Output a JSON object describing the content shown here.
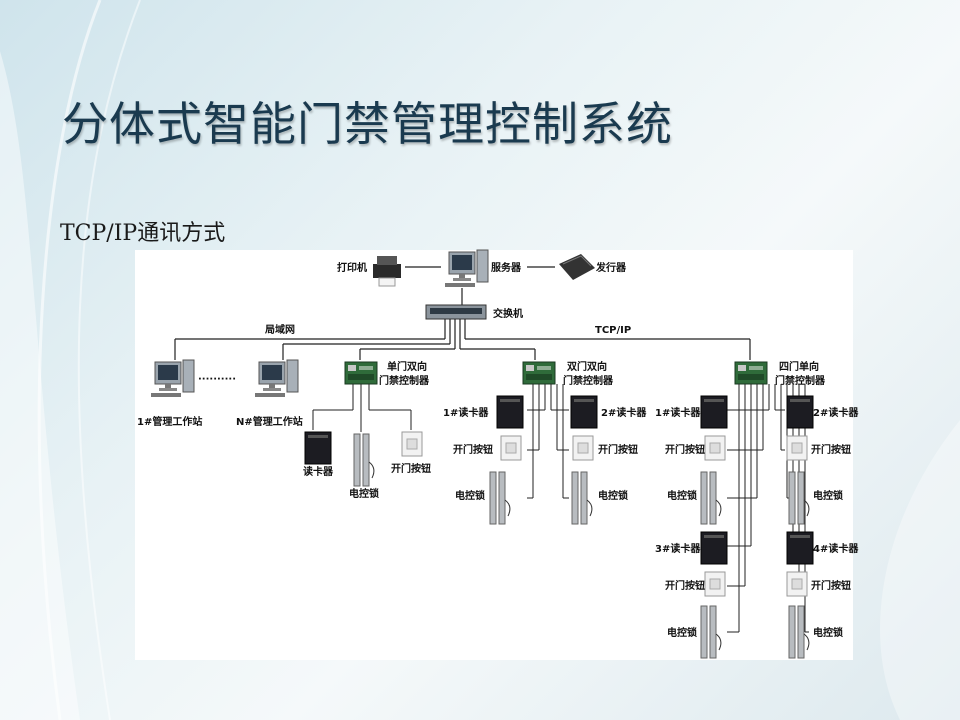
{
  "slide": {
    "title": "分体式智能门禁管理控制系统",
    "subtitle": "TCP/IP通讯方式"
  },
  "diagram": {
    "printer": "打印机",
    "server": "服务器",
    "issuer": "发行器",
    "switch": "交换机",
    "lan": "局域网",
    "tcpip": "TCP/IP",
    "dots": "··········",
    "ws1": "1#管理工作站",
    "wsn": "N#管理工作站",
    "ctrl_single_l1": "单门双向",
    "ctrl_single_l2": "门禁控制器",
    "ctrl_double_l1": "双门双向",
    "ctrl_double_l2": "门禁控制器",
    "ctrl_four_l1": "四门单向",
    "ctrl_four_l2": "门禁控制器",
    "reader": "读卡器",
    "lock": "电控锁",
    "button": "开门按钮",
    "reader1": "1#读卡器",
    "reader2": "2#读卡器",
    "reader3": "3#读卡器",
    "reader4": "4#读卡器"
  },
  "colors": {
    "title": "#1a3a4f",
    "controller": "#2f6b3a",
    "device_dark": "#1c1c22"
  }
}
